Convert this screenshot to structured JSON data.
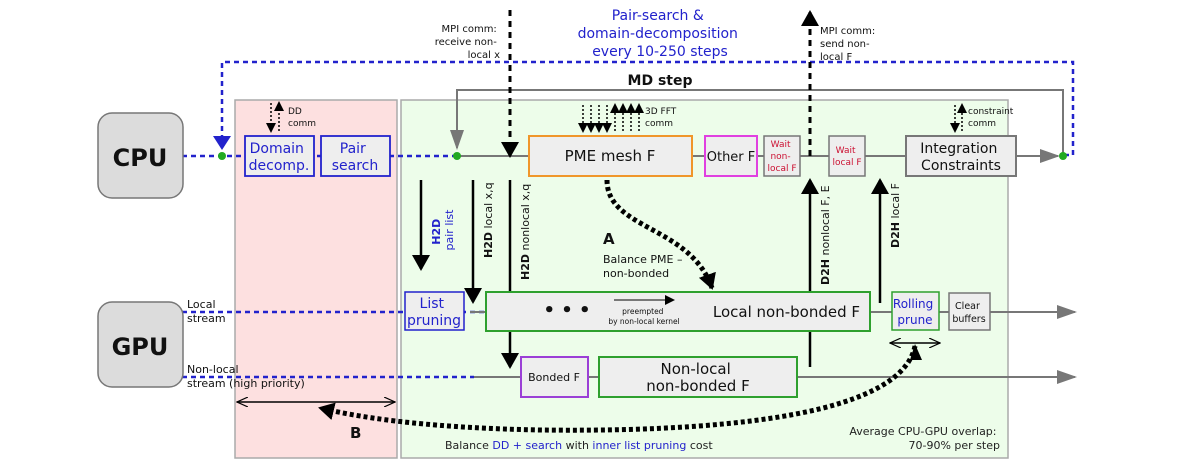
{
  "header": {
    "title_lines": [
      "Pair-search &",
      "domain-decomposition",
      "every 10-250 steps"
    ],
    "md_step": "MD step"
  },
  "mpi": {
    "receive_lines": [
      "MPI comm:",
      "receive non-",
      "local x"
    ],
    "send_lines": [
      "MPI comm:",
      "send non-",
      "local F"
    ]
  },
  "units": {
    "cpu": "CPU",
    "gpu": "GPU"
  },
  "streams": {
    "local_lines": [
      "Local",
      "stream"
    ],
    "nonlocal_lines": [
      "Non-local",
      "stream (high priority)"
    ]
  },
  "comm_labels": {
    "dd_lines": [
      "DD",
      "comm"
    ],
    "fft_lines": [
      "3D FFT",
      "comm"
    ],
    "constraint_lines": [
      "constraint",
      "comm"
    ]
  },
  "cpu_tasks": {
    "domain_decomp": [
      "Domain",
      "decomp."
    ],
    "pair_search": [
      "Pair",
      "search"
    ],
    "pme_mesh": "PME mesh F",
    "other_f": "Other F",
    "wait_nonlocal": [
      "Wait",
      "non-",
      "local F"
    ],
    "wait_local": [
      "Wait",
      "local F"
    ],
    "integration": [
      "Integration",
      "Constraints"
    ]
  },
  "gpu_tasks": {
    "list_pruning": [
      "List",
      "pruning"
    ],
    "local_nonbonded": "Local non-bonded F",
    "ellipsis": "• • •",
    "preempted_lines": [
      "preempted",
      "by non-local kernel"
    ],
    "rolling_prune": [
      "Rolling",
      "prune"
    ],
    "clear_buffers": [
      "Clear",
      "buffers"
    ],
    "bonded_f": "Bonded F",
    "nonlocal_nonbonded": [
      "Non-local",
      "non-bonded F"
    ]
  },
  "transfers": {
    "h2d_pair_list": [
      "H2D",
      "pair list"
    ],
    "h2d_local": {
      "bold": "H2D",
      "rest": " local x,q"
    },
    "h2d_nonlocal": {
      "bold": "H2D",
      "rest": " nonlocal x,q"
    },
    "d2h_nonlocal": {
      "bold": "D2H",
      "rest": " nonlocal F, E"
    },
    "d2h_local": {
      "bold": "D2H",
      "rest": " local F"
    }
  },
  "annotations": {
    "a_label": "A",
    "a_lines": [
      "Balance PME –",
      "non-bonded"
    ],
    "b_label": "B",
    "b_parts": [
      {
        "text": "Balance ",
        "color": "#222222"
      },
      {
        "text": "DD + search",
        "color": "#2222cc"
      },
      {
        "text": " with ",
        "color": "#222222"
      },
      {
        "text": "inner list pruning",
        "color": "#2222cc"
      },
      {
        "text": " cost",
        "color": "#222222"
      }
    ],
    "overlap_lines": [
      "Average CPU-GPU overlap:",
      "70-90% per step"
    ]
  },
  "colors": {
    "blue": "#2222cc",
    "green_dot": "#22aa22",
    "pink_bg": "#fde0e0",
    "green_bg": "#edfdea",
    "orange": "#f0962a",
    "magenta": "#e040e0",
    "purple": "#9b3fd6",
    "green_box": "#2ea02e",
    "red_text": "#cc1133",
    "gray_line": "#777777"
  }
}
